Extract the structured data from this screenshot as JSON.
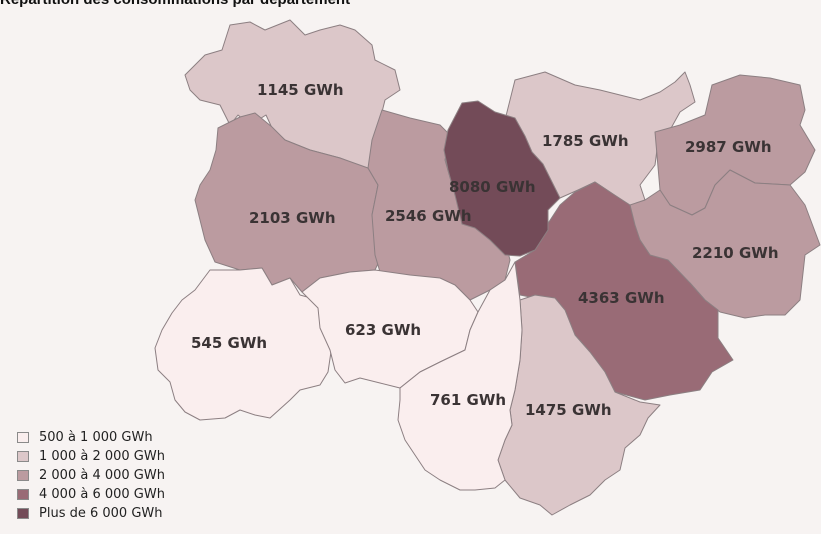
{
  "title": "Répartition des consommations par département",
  "colors": {
    "class1": "#faeeee",
    "class2": "#dcc7c9",
    "class3": "#bb9ba0",
    "class4": "#996b76",
    "class5": "#734b58",
    "background": "#f7f3f2",
    "border": "#8c7f82"
  },
  "departments": [
    {
      "label": "1145 GWh",
      "value_gwh": 1145,
      "class": 2
    },
    {
      "label": "1785 GWh",
      "value_gwh": 1785,
      "class": 2
    },
    {
      "label": "2987 GWh",
      "value_gwh": 2987,
      "class": 3
    },
    {
      "label": "8080 GWh",
      "value_gwh": 8080,
      "class": 5
    },
    {
      "label": "2103 GWh",
      "value_gwh": 2103,
      "class": 3
    },
    {
      "label": "2546 GWh",
      "value_gwh": 2546,
      "class": 3
    },
    {
      "label": "2210 GWh",
      "value_gwh": 2210,
      "class": 3
    },
    {
      "label": "4363 GWh",
      "value_gwh": 4363,
      "class": 4
    },
    {
      "label": "545 GWh",
      "value_gwh": 545,
      "class": 1
    },
    {
      "label": "623 GWh",
      "value_gwh": 623,
      "class": 1
    },
    {
      "label": "761 GWh",
      "value_gwh": 761,
      "class": 1
    },
    {
      "label": "1475 GWh",
      "value_gwh": 1475,
      "class": 2
    }
  ],
  "legend": [
    {
      "label": "500 à 1 000 GWh",
      "color": "#faeeee"
    },
    {
      "label": "1 000 à 2 000 GWh",
      "color": "#dcc7c9"
    },
    {
      "label": "2 000 à 4 000 GWh",
      "color": "#bb9ba0"
    },
    {
      "label": "4 000 à 6 000 GWh",
      "color": "#996b76"
    },
    {
      "label": "Plus de 6 000 GWh",
      "color": "#734b58"
    }
  ]
}
